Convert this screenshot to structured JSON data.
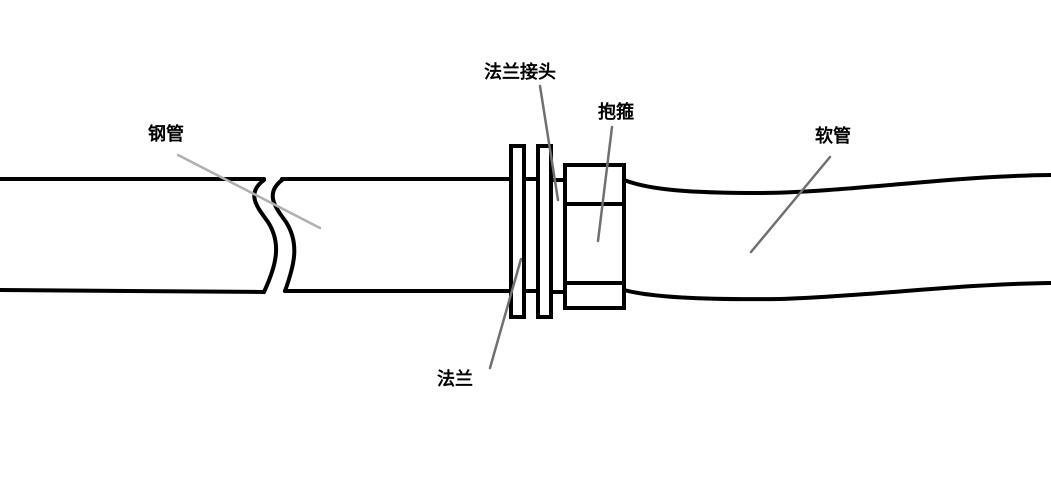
{
  "labels": {
    "steel_pipe": "钢管",
    "flange_joint": "法兰接头",
    "clamp": "抱箍",
    "hose": "软管",
    "flange": "法兰"
  },
  "colors": {
    "outline": "#000000",
    "leader_light": "#b0b0b0",
    "leader_dark": "#707070",
    "background": "#ffffff"
  }
}
